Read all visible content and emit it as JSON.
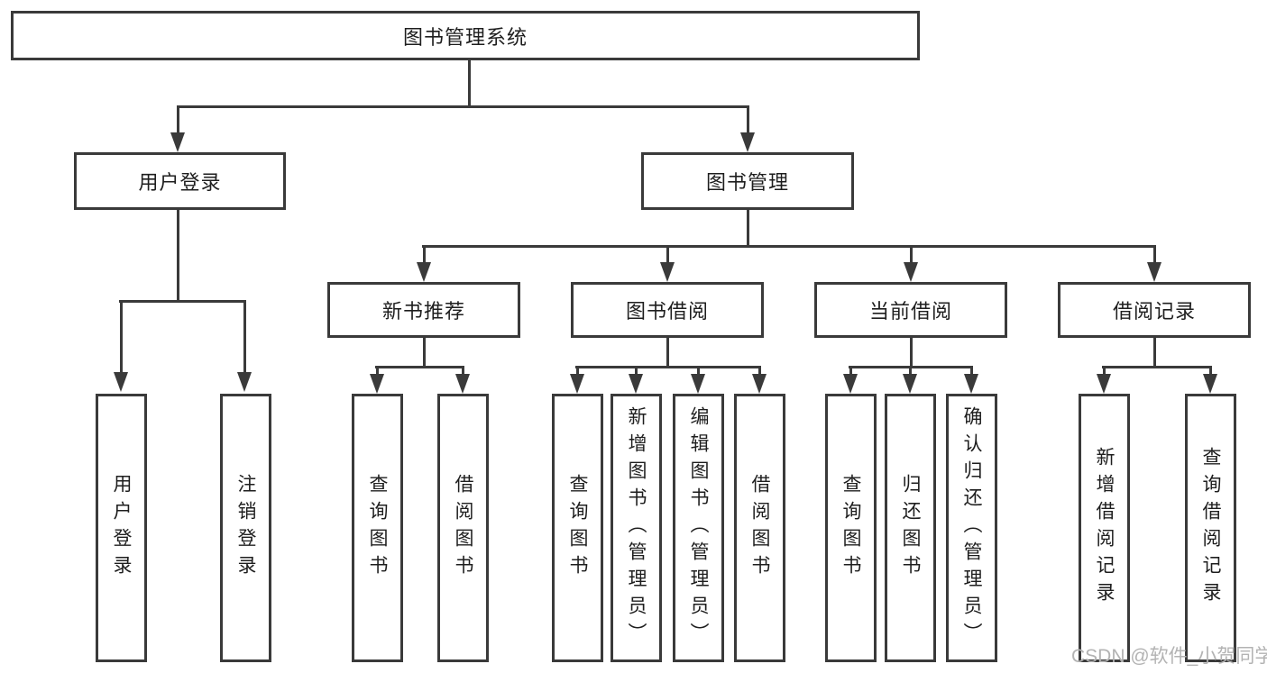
{
  "diagram_title": "图书管理系统",
  "colors": {
    "line": "#3a3a3a",
    "text": "#1e1e1e",
    "background": "#ffffff",
    "watermark": "#b3b3b3"
  },
  "tree": {
    "root": {
      "label": "图书管理系统"
    },
    "branches": [
      {
        "label": "用户登录",
        "children": [
          {
            "label": "用户登录"
          },
          {
            "label": "注销登录"
          }
        ]
      },
      {
        "label": "图书管理",
        "sections": [
          {
            "label": "新书推荐",
            "children": [
              {
                "label": "查询图书"
              },
              {
                "label": "借阅图书"
              }
            ]
          },
          {
            "label": "图书借阅",
            "children": [
              {
                "label": "查询图书"
              },
              {
                "label": "新增图书（管理员）"
              },
              {
                "label": "编辑图书（管理员）"
              },
              {
                "label": "借阅图书"
              }
            ]
          },
          {
            "label": "当前借阅",
            "children": [
              {
                "label": "查询图书"
              },
              {
                "label": "归还图书"
              },
              {
                "label": "确认归还（管理员）"
              }
            ]
          },
          {
            "label": "借阅记录",
            "children": [
              {
                "label": "新增借阅记录"
              },
              {
                "label": "查询借阅记录"
              }
            ]
          }
        ]
      }
    ]
  },
  "watermark": {
    "text": "CSDN @软件_小贺同学"
  }
}
